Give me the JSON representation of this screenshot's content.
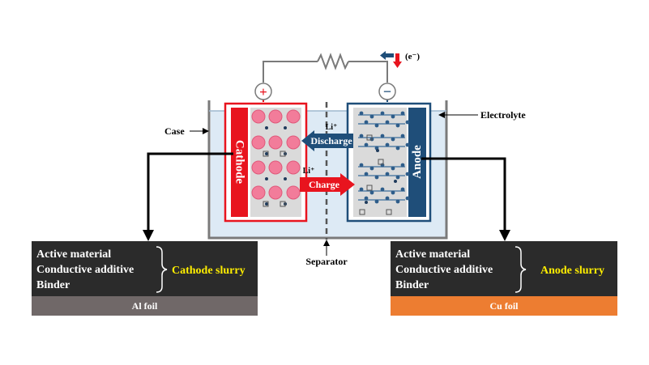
{
  "labels": {
    "electron": "(e⁻)",
    "electrolyte": "Electrolyte",
    "case": "Case",
    "separator": "Separator",
    "cathode": "Cathode",
    "anode": "Anode",
    "li_top": "Li⁺",
    "li_bottom": "Li⁺",
    "discharge": "Discharge",
    "charge": "Charge",
    "plus": "+",
    "minus": "−"
  },
  "cathode_box": {
    "lines": [
      "Active material",
      "Conductive additive",
      "Binder"
    ],
    "slurry": "Cathode slurry",
    "foil": "Al foil"
  },
  "anode_box": {
    "lines": [
      "Active material",
      "Conductive additive",
      "Binder"
    ],
    "slurry": "Anode slurry",
    "foil": "Cu foil"
  },
  "colors": {
    "cathode_red": "#e8141e",
    "anode_navy": "#1f4e79",
    "discharge_arrow": "#1f4e79",
    "charge_arrow": "#e8141e",
    "electrolyte_fill": "#ddeaf5",
    "slurry_text": "#ffee00",
    "box_dark": "#2b2b2b",
    "al_foil": "#706868",
    "cu_foil": "#ed7d31"
  }
}
